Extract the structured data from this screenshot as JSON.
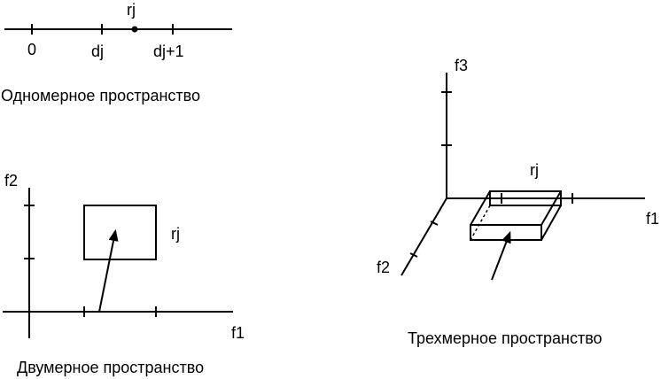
{
  "one_d": {
    "caption": "Одномерное пространство",
    "point_label": "rj",
    "tick_labels": [
      "0",
      "dj",
      "dj+1"
    ]
  },
  "two_d": {
    "caption": "Двумерное пространство",
    "axis_x": "f1",
    "axis_y": "f2",
    "box_label": "rj"
  },
  "three_d": {
    "caption": "Трехмерное пространство",
    "axis_x": "f1",
    "axis_y": "f2",
    "axis_z": "f3",
    "box_label": "rj"
  }
}
